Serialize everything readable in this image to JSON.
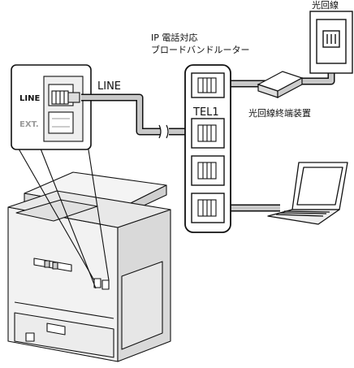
{
  "labels": {
    "wall_outlet": "光回線",
    "router_line1": "IP 電話対応",
    "router_line2": "ブロードバンドルーター",
    "line_cable": "LINE",
    "tel_port": "TEL1",
    "onu": "光回線終端装置",
    "port_line": "LINE",
    "port_ext": "EXT."
  },
  "icons": {
    "printer": "printer-icon",
    "router": "router-icon",
    "laptop": "laptop-icon",
    "wall_outlet": "wall-outlet-icon",
    "onu": "onu-device-icon",
    "port": "rj11-port-icon"
  },
  "colors": {
    "cable": "#c8c8c8",
    "printer_body": "#f2f2f2",
    "printer_shadow": "#b9b9b9",
    "line": "#111111"
  }
}
